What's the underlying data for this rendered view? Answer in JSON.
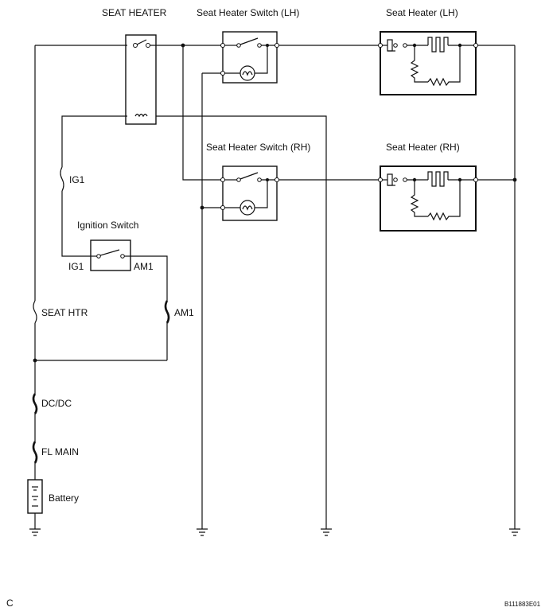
{
  "labels": {
    "seat_heater_relay": "SEAT HEATER",
    "switch_lh": "Seat Heater Switch (LH)",
    "heater_lh": "Seat Heater (LH)",
    "switch_rh": "Seat Heater Switch (RH)",
    "heater_rh": "Seat Heater (RH)",
    "ig1_fuse": "IG1",
    "ignition_switch": "Ignition Switch",
    "ig1_terminal": "IG1",
    "am1_terminal": "AM1",
    "seat_htr_fuse": "SEAT HTR",
    "am1_fuse": "AM1",
    "dcdc_fuse": "DC/DC",
    "fl_main_fuse": "FL MAIN",
    "battery": "Battery",
    "corner_letter": "C",
    "figure_code": "B111883E01"
  },
  "icons": {
    "fuse": "fuse-icon",
    "fusible_link": "fusible-link-icon",
    "ground": "ground-icon",
    "battery": "battery-icon",
    "switch": "switch-icon",
    "lamp": "indicator-lamp-icon",
    "heating_element": "heating-element-icon",
    "resistor": "resistor-icon",
    "thermostat": "thermostat-icon",
    "relay_coil": "relay-coil-icon"
  },
  "colors": {
    "line": "#111111",
    "background": "#ffffff"
  }
}
